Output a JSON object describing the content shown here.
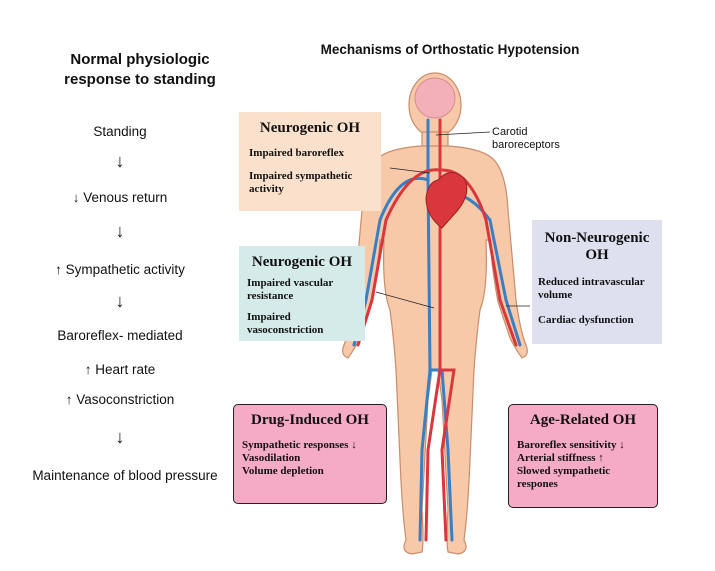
{
  "left_panel": {
    "title": "Normal physiologic response to standing",
    "steps": [
      "Standing",
      "↓ Venous return",
      "↑ Sympathetic  activity",
      "Baroreflex- mediated",
      "↑ Heart rate",
      "↑ Vasoconstriction",
      "Maintenance of blood pressure"
    ],
    "arrow_glyph": "🡓"
  },
  "main_title": "Mechanisms of Orthostatic Hypotension",
  "annotation": {
    "line1": "Carotid",
    "line2": "baroreceptors"
  },
  "boxes": {
    "neurogenic_top": {
      "title": "Neurogenic OH",
      "items": [
        "Impaired baroreflex",
        "Impaired sympathetic activity"
      ],
      "bg": "#fbe0cc"
    },
    "neurogenic_bottom": {
      "title": "Neurogenic OH",
      "items": [
        "Impaired vascular resistance",
        "Impaired vasoconstriction"
      ],
      "bg": "#d5ebe9"
    },
    "non_neurogenic": {
      "title": "Non-Neurogenic OH",
      "items": [
        "Reduced intravascular volume",
        "Cardiac dysfunction"
      ],
      "bg": "#dee0ef"
    },
    "drug_induced": {
      "title": "Drug-Induced OH",
      "items": [
        "Sympathetic responses ↓",
        "Vasodilation",
        "Volume depletion"
      ],
      "bg": "#f5aac5"
    },
    "age_related": {
      "title": "Age-Related OH",
      "items": [
        "Baroreflex sensitivity ↓",
        "Arterial stiffness ↑",
        "Slowed sympathetic",
        "respones"
      ],
      "bg": "#f5aac5"
    }
  },
  "colors": {
    "skin": "#f7c9a8",
    "skin_outline": "#c98d6b",
    "artery": "#d9363e",
    "vein": "#3a7fc4"
  }
}
